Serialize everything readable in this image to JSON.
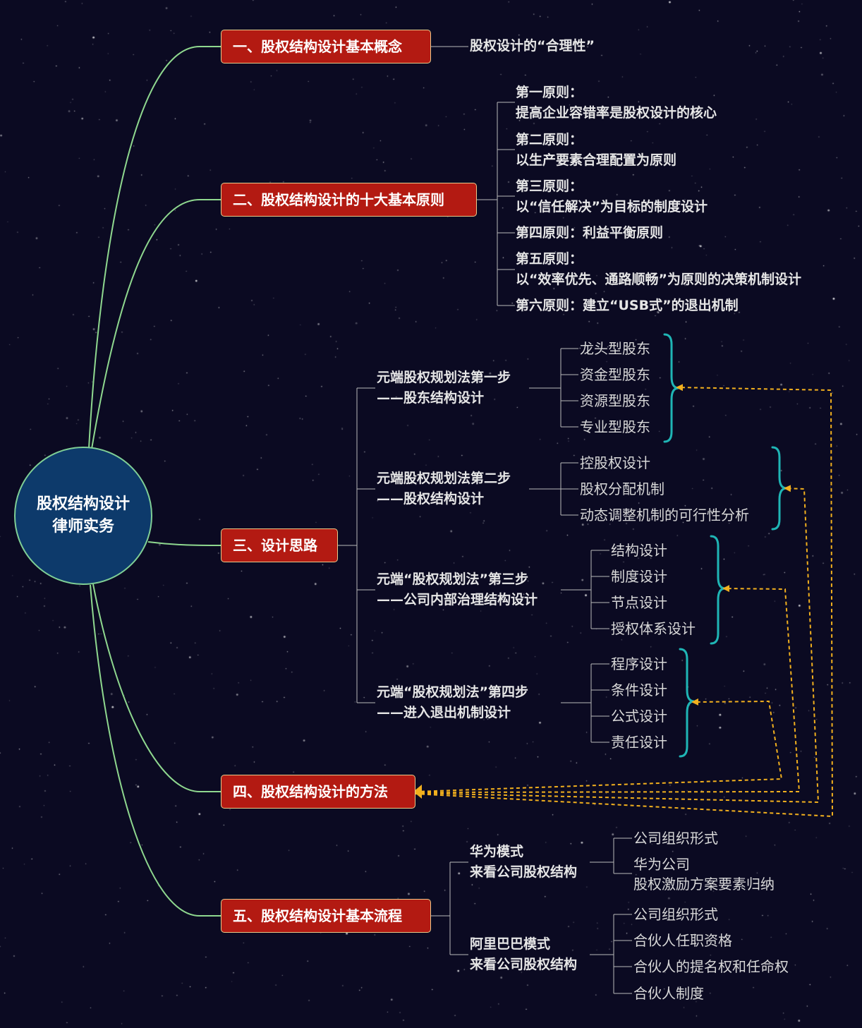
{
  "center": {
    "line1": "股权结构设计",
    "line2": "律师实务"
  },
  "branches": [
    {
      "label": "一、股权结构设计基本概念"
    },
    {
      "label": "二、股权结构设计的十大基本原则"
    },
    {
      "label": "三、设计思路"
    },
    {
      "label": "四、股权结构设计的方法"
    },
    {
      "label": "五、股权结构设计基本流程"
    }
  ],
  "b1": {
    "child": "股权设计的“合理性”"
  },
  "b2": {
    "principles": [
      {
        "line1": "第一原则：",
        "line2": "提高企业容错率是股权设计的核心"
      },
      {
        "line1": "第二原则：",
        "line2": "以生产要素合理配置为原则"
      },
      {
        "line1": "第三原则：",
        "line2": "以“信任解决”为目标的制度设计"
      },
      {
        "line1": "第四原则：利益平衡原则"
      },
      {
        "line1": "第五原则：",
        "line2": "以“效率优先、通路顺畅”为原则的决策机制设计"
      },
      {
        "line1": "第六原则：建立“USB式”的退出机制"
      }
    ]
  },
  "b3": {
    "steps": [
      {
        "line1": "元端股权规划法第一步",
        "line2": "——股东结构设计",
        "items": [
          "龙头型股东",
          "资金型股东",
          "资源型股东",
          "专业型股东"
        ]
      },
      {
        "line1": "元端股权规划法第二步",
        "line2": "——股权结构设计",
        "items": [
          "控股权设计",
          "股权分配机制",
          "动态调整机制的可行性分析"
        ]
      },
      {
        "line1": "元端“股权规划法”第三步",
        "line2": "——公司内部治理结构设计",
        "items": [
          "结构设计",
          "制度设计",
          "节点设计",
          "授权体系设计"
        ]
      },
      {
        "line1": "元端“股权规划法”第四步",
        "line2": "——进入退出机制设计",
        "items": [
          "程序设计",
          "条件设计",
          "公式设计",
          "责任设计"
        ]
      }
    ]
  },
  "b5": {
    "models": [
      {
        "line1": "华为模式",
        "line2": "来看公司股权结构",
        "items": [
          {
            "line1": "公司组织形式"
          },
          {
            "line1": "华为公司",
            "line2": "股权激励方案要素归纳"
          }
        ]
      },
      {
        "line1": "阿里巴巴模式",
        "line2": "来看公司股权结构",
        "items": [
          {
            "line1": "公司组织形式"
          },
          {
            "line1": "合伙人任职资格"
          },
          {
            "line1": "合伙人的提名权和任命权"
          },
          {
            "line1": "合伙人制度"
          }
        ]
      }
    ]
  },
  "colors": {
    "background": "#0b0a22",
    "branch": "#b31a12",
    "center": "#0d3a6b",
    "mainLine": "#8fd88f",
    "bracket": "#1fb5b5",
    "arrow": "#f2b01e"
  }
}
